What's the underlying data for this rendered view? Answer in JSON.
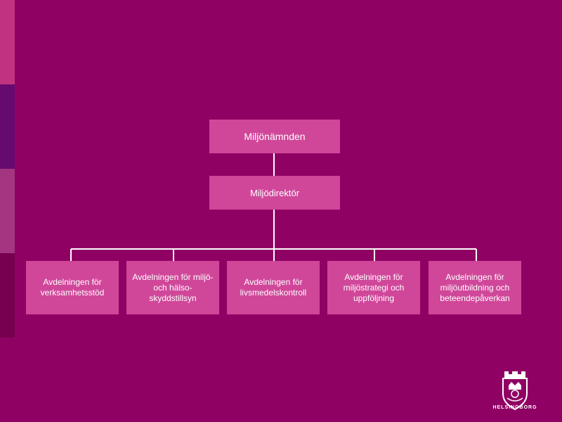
{
  "org": {
    "top": {
      "label": "Miljönämnden"
    },
    "middle": {
      "label": "Miljödirektör"
    },
    "departments": [
      {
        "label": "Avdelningen för verksamhetsstöd"
      },
      {
        "label": "Avdelningen för miljö- och hälso-skyddstillsyn"
      },
      {
        "label": "Avdelningen för livsmedelskontroll"
      },
      {
        "label": "Avdelningen för miljöstrategi och uppföljning"
      },
      {
        "label": "Avdelningen för miljöutbildning och beteendepåverkan"
      }
    ]
  },
  "logo": {
    "text": "HELSINGBORG"
  },
  "colors": {
    "background": "#8f0263",
    "box": "#d0479a",
    "connector": "#ffffff",
    "stripes": [
      "#c2337f",
      "#660a6f",
      "#a33581",
      "#770051"
    ]
  }
}
